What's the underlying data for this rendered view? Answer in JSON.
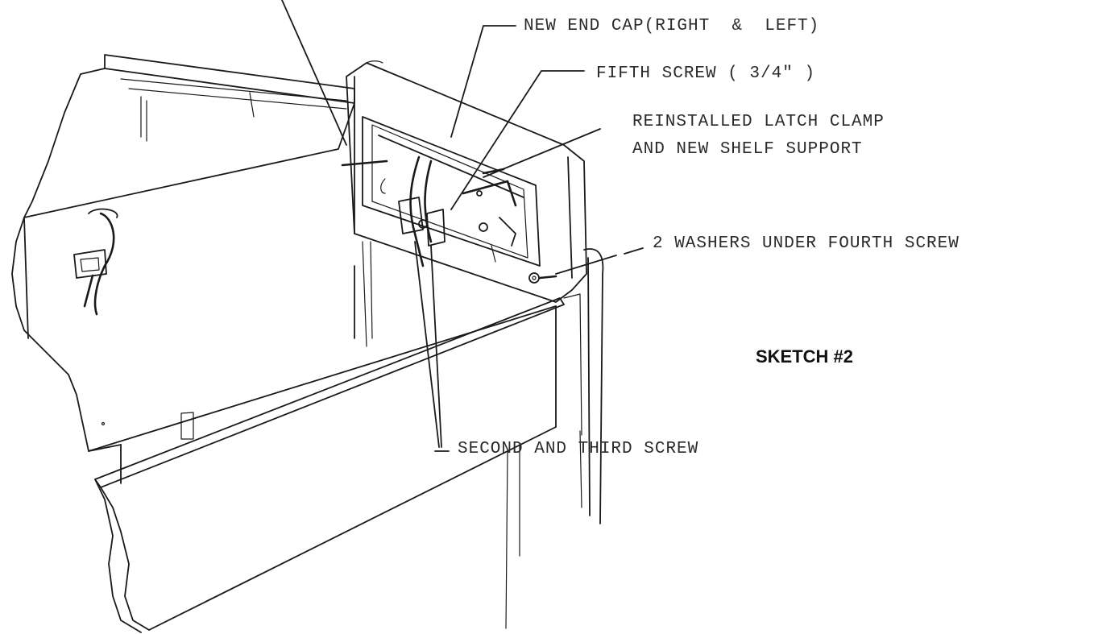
{
  "labels": {
    "end_cap": "NEW END CAP(RIGHT  &  LEFT)",
    "fifth_screw": "FIFTH SCREW ( 3/4\" )",
    "latch_clamp_line1": "REINSTALLED LATCH CLAMP",
    "latch_clamp_line2": "AND NEW SHELF SUPPORT",
    "washers": "2 WASHERS UNDER FOURTH SCREW",
    "second_third_screw": "SECOND AND THIRD SCREW"
  },
  "sketch_title": "SKETCH #2",
  "colors": {
    "ink": "#1a1a1a",
    "paper": "#ffffff"
  }
}
